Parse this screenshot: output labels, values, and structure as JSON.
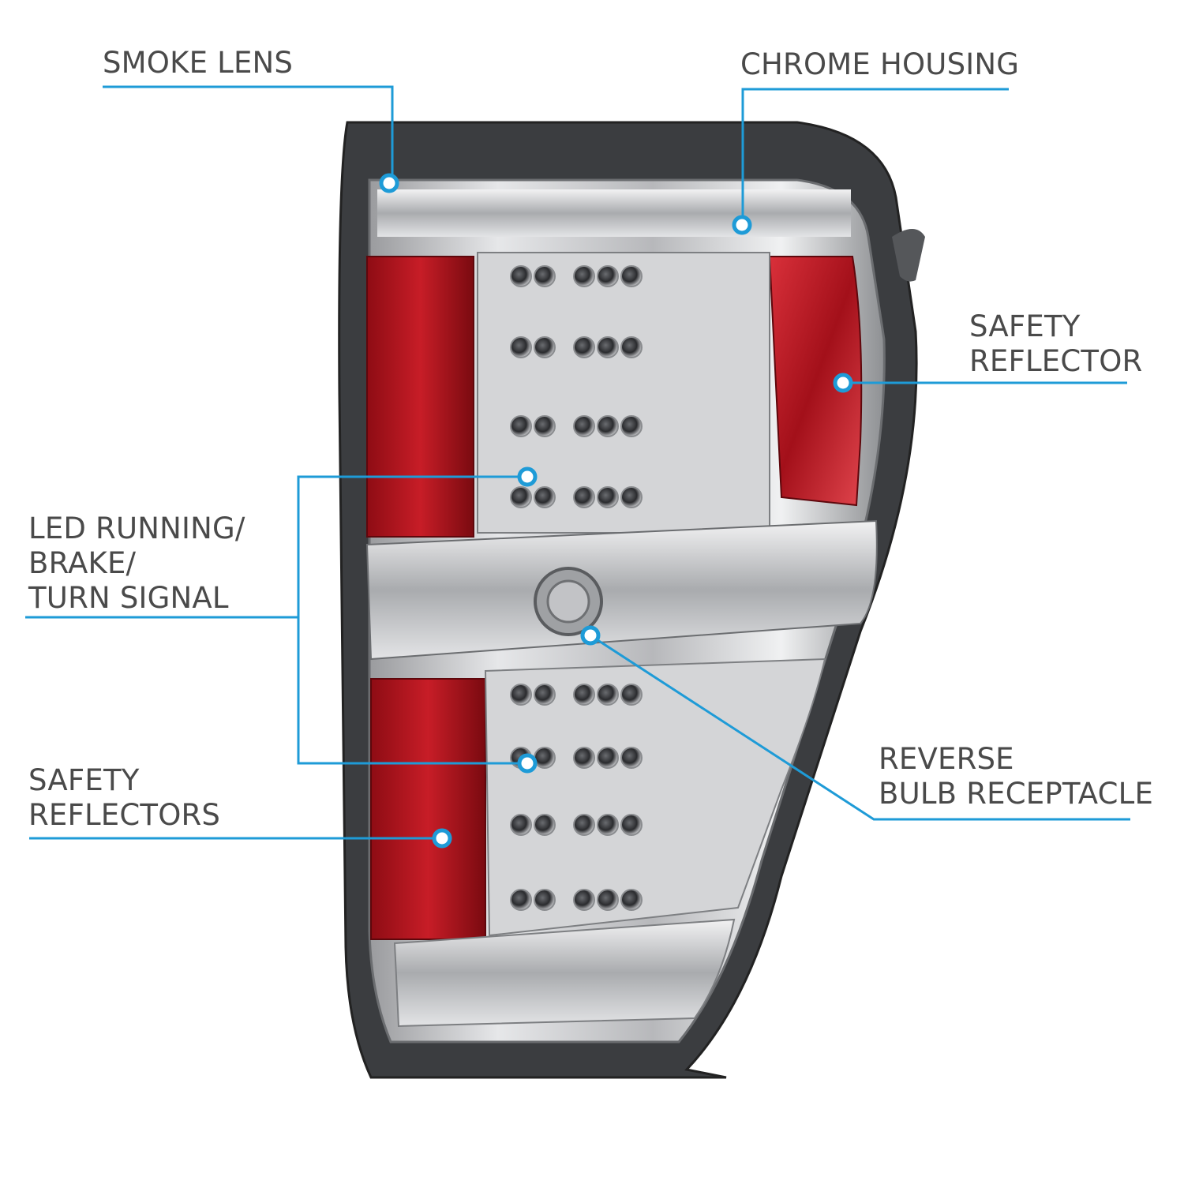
{
  "colors": {
    "accent": "#1e9bd7",
    "label_text": "#4a4a4a",
    "lens_red": "#b3141e",
    "chrome": "#c9cacc",
    "housing_dark": "#3b3d40"
  },
  "callouts": {
    "smoke_lens": {
      "lines": [
        "SMOKE LENS"
      ]
    },
    "chrome_housing": {
      "lines": [
        "CHROME HOUSING"
      ]
    },
    "safety_reflector": {
      "lines": [
        "SAFETY",
        "REFLECTOR"
      ]
    },
    "led_running": {
      "lines": [
        "LED RUNNING/",
        "BRAKE/",
        "TURN SIGNAL"
      ]
    },
    "reverse_bulb": {
      "lines": [
        "REVERSE",
        "BULB RECEPTACLE"
      ]
    },
    "safety_reflectors": {
      "lines": [
        "SAFETY",
        "REFLECTORS"
      ]
    }
  }
}
